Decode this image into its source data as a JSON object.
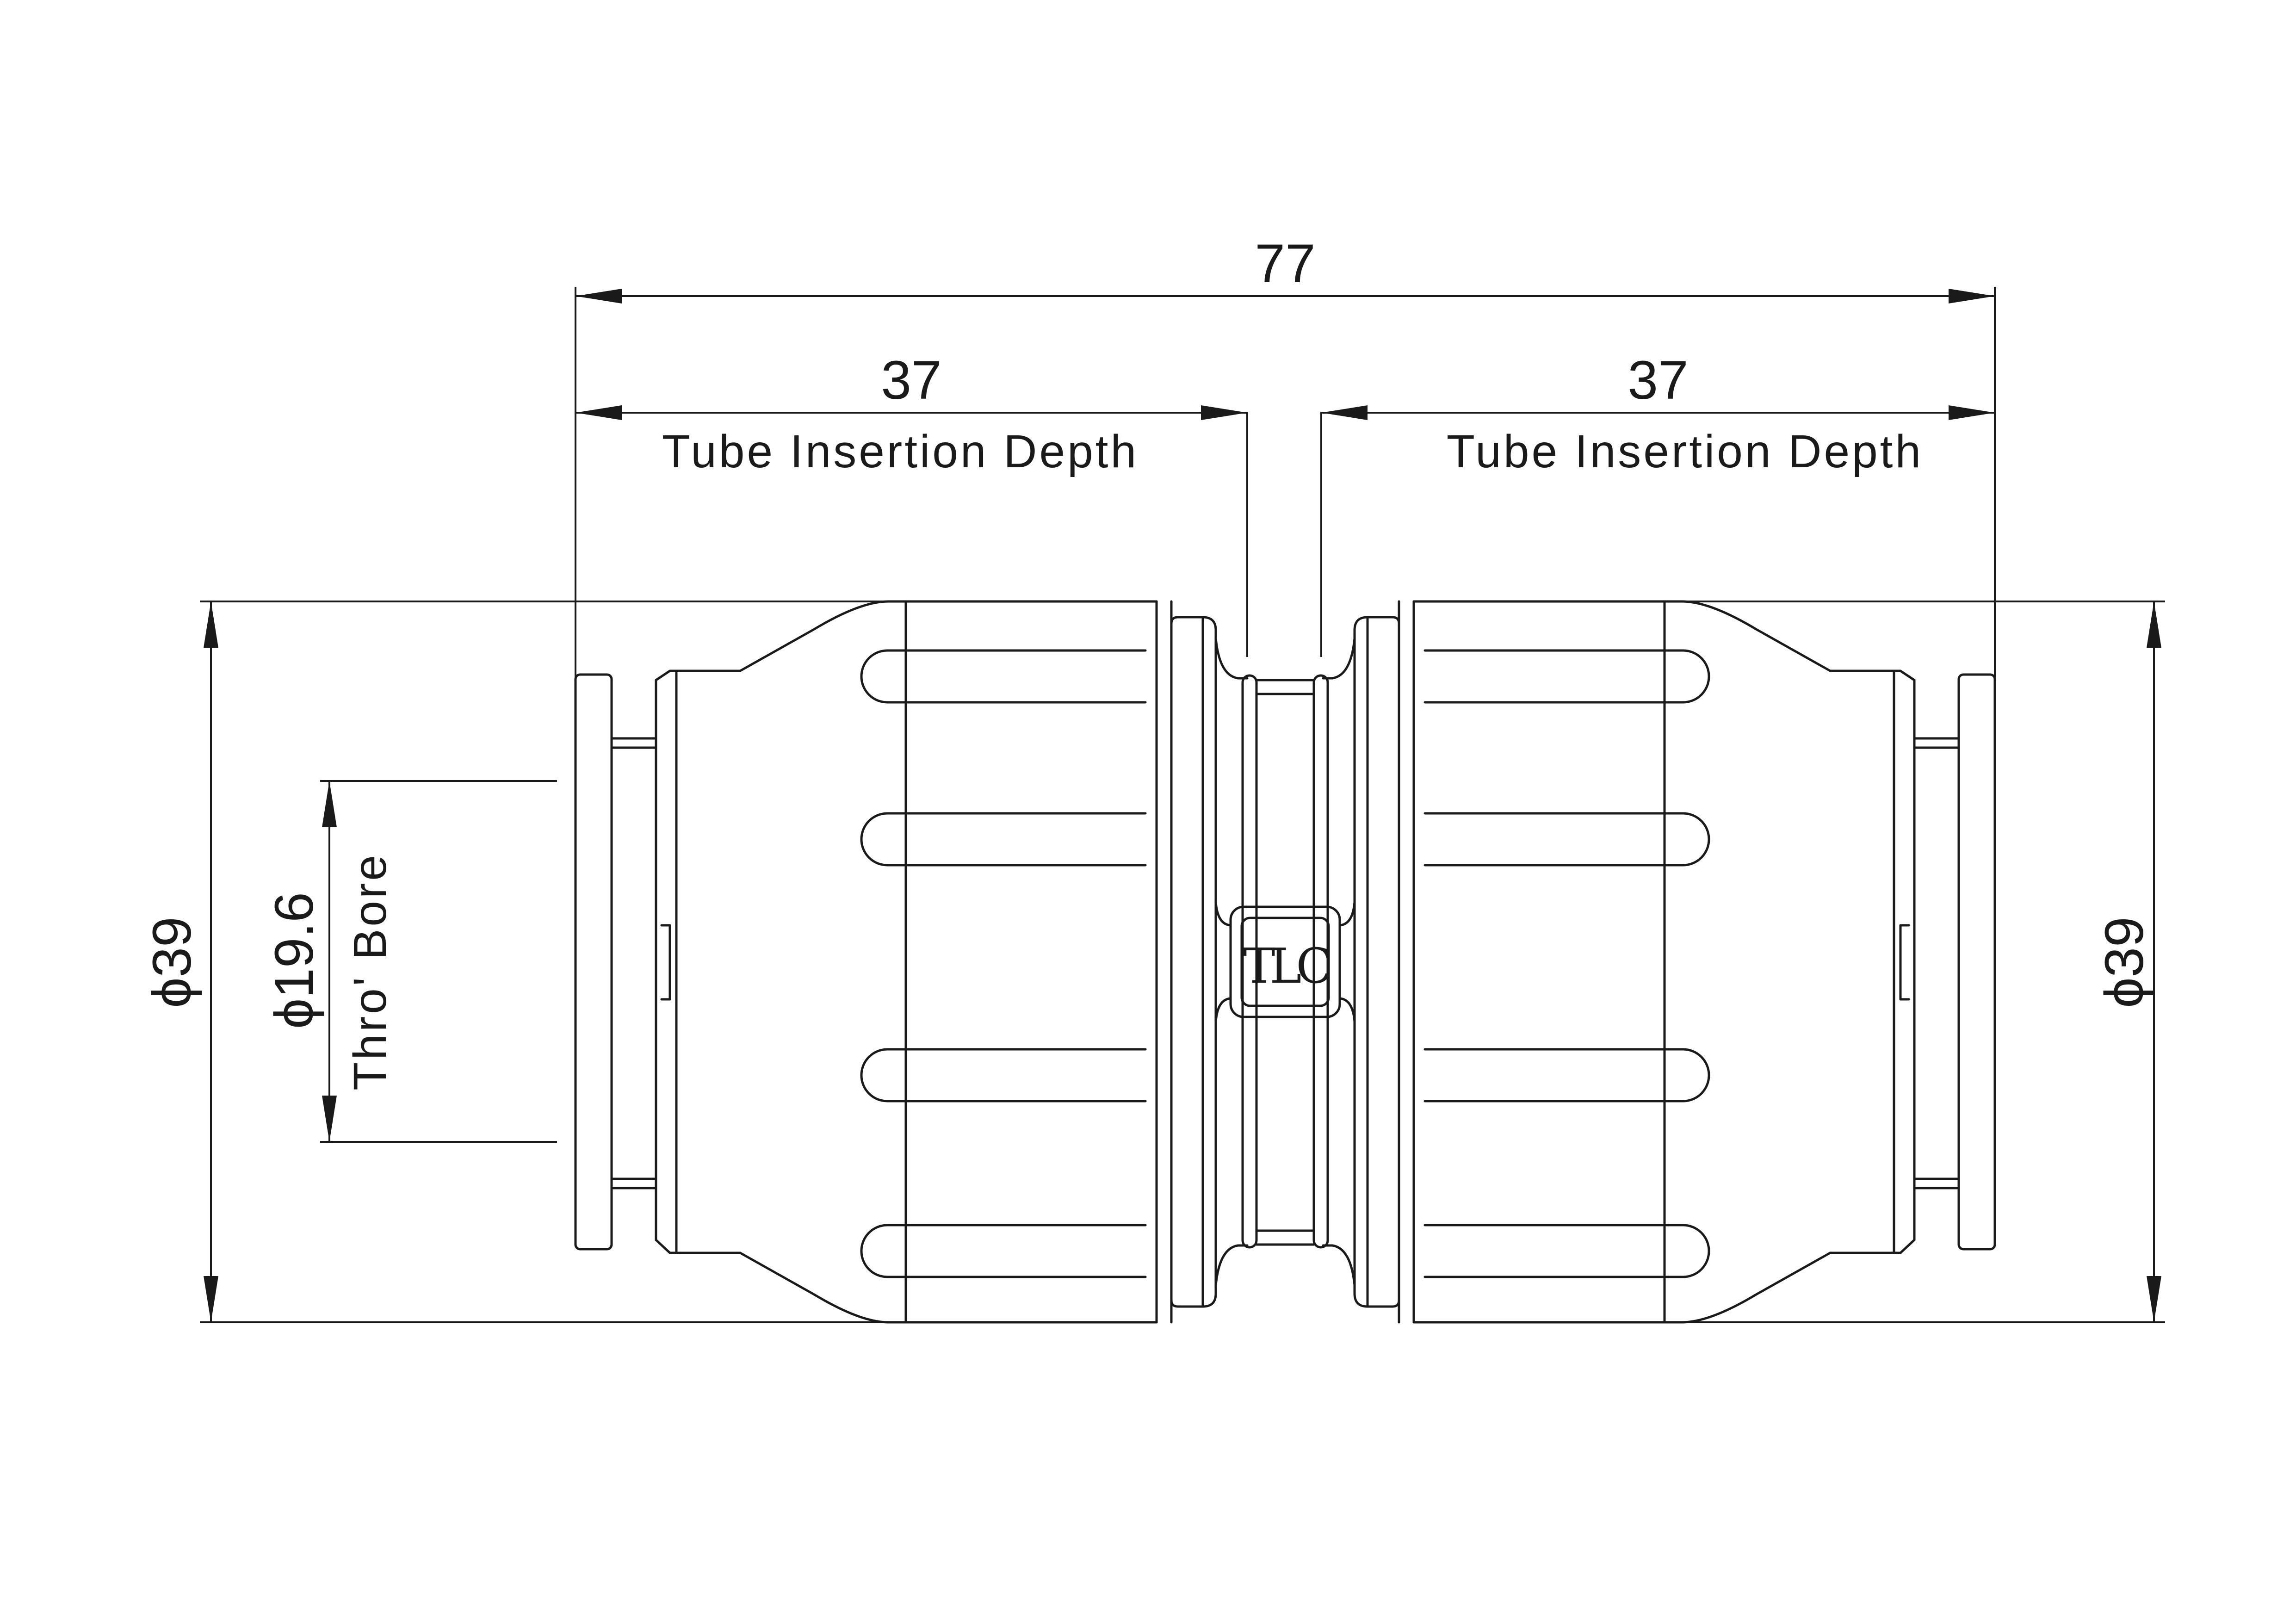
{
  "dimensions": {
    "overall_length": "77",
    "left_insertion": "37",
    "right_insertion": "37",
    "insertion_label_left": "Tube Insertion Depth",
    "insertion_label_right": "Tube Insertion Depth",
    "left_outer_diameter": "ϕ39",
    "right_outer_diameter": "ϕ39",
    "bore_diameter": "ϕ19.6",
    "bore_label": "Thro' Bore"
  },
  "logo": {
    "text": "TLC"
  },
  "colors": {
    "line": "#1a1a1a",
    "background": "#ffffff"
  }
}
